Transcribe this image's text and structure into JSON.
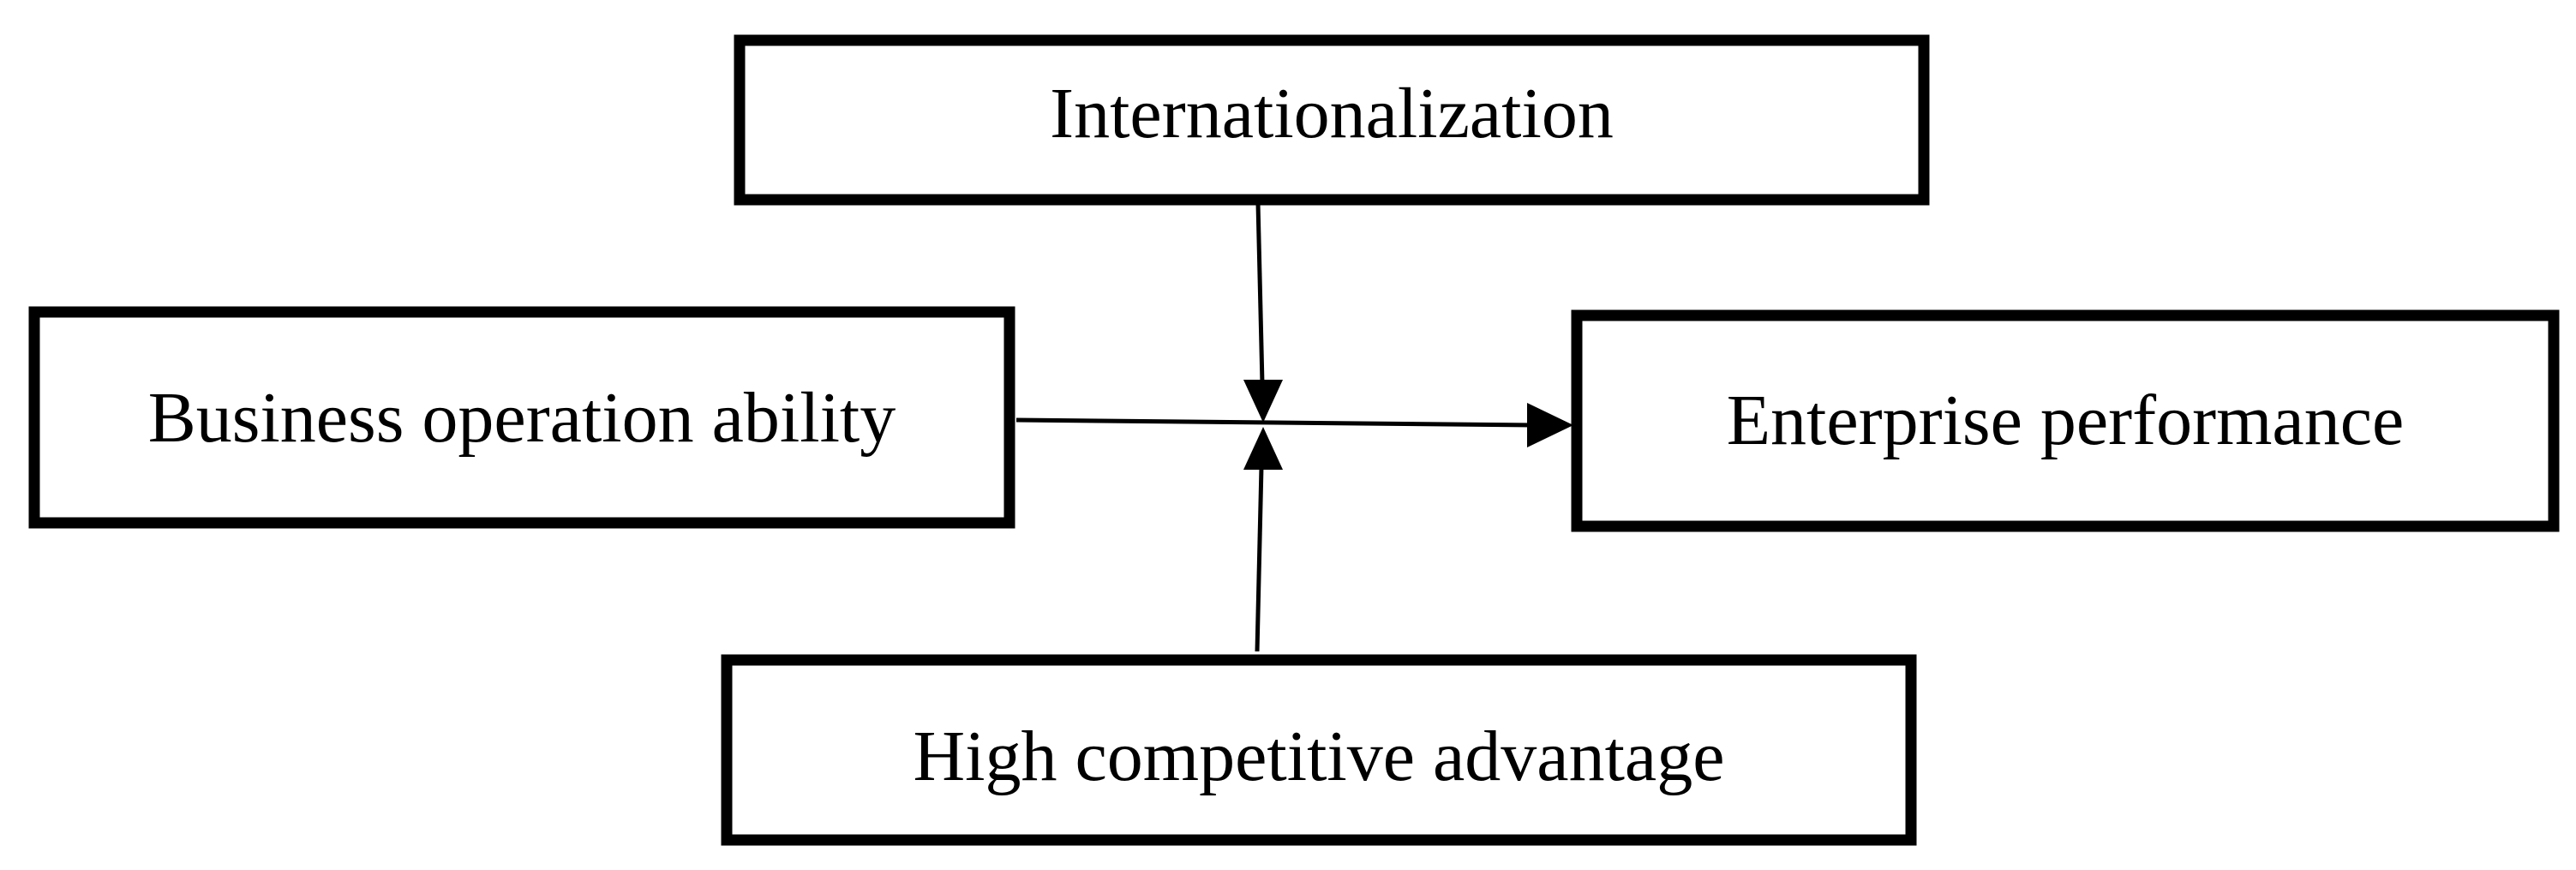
{
  "nodes": {
    "internationalization": "Internationalization",
    "business_operation_ability": "Business operation ability",
    "enterprise_performance": "Enterprise performance",
    "high_competitive_advantage": "High competitive advantage"
  },
  "edges": [
    {
      "from": "business_operation_ability",
      "to": "enterprise_performance"
    },
    {
      "from": "internationalization",
      "to": "business_operation_ability -> enterprise_performance"
    },
    {
      "from": "high_competitive_advantage",
      "to": "business_operation_ability -> enterprise_performance"
    }
  ]
}
